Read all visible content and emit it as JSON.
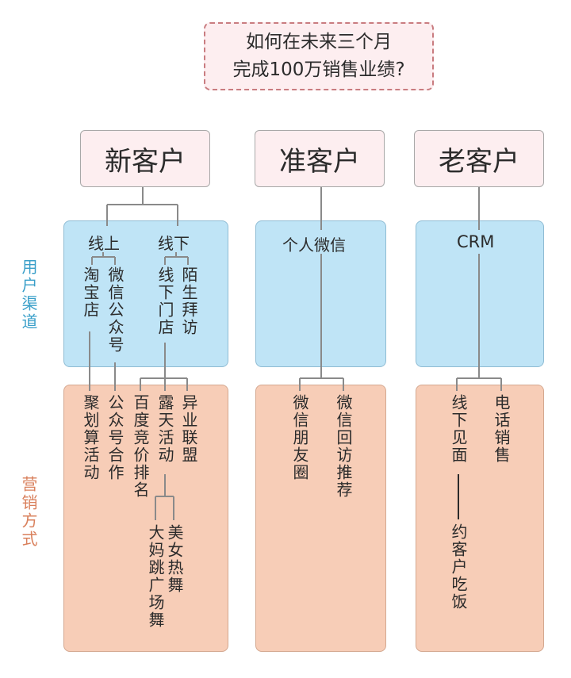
{
  "title": {
    "line1": "如何在未来三个月",
    "line2": "完成100万销售业绩?"
  },
  "side_labels": {
    "channel": "用户渠道",
    "marketing": "营销方式"
  },
  "columns": {
    "new": {
      "header": "新客户",
      "online": {
        "label": "线上",
        "items": [
          "淘宝店",
          "微信公众号"
        ]
      },
      "offline": {
        "label": "线下",
        "items": [
          "线下门店",
          "陌生拜访"
        ]
      },
      "marketing": {
        "juhuasuan": "聚划算活动",
        "official_cooperation": "公众号合作",
        "baidu": "百度竞价排名",
        "outdoor": "露天活动",
        "alliance": "异业联盟",
        "square_dance_a": "大妈跳广场舞",
        "square_dance_b": "美女热舞"
      }
    },
    "prospect": {
      "header": "准客户",
      "channel": "个人微信",
      "marketing": [
        "微信朋友圈",
        "微信回访推荐"
      ]
    },
    "existing": {
      "header": "老客户",
      "channel": "CRM",
      "marketing": {
        "meet": "线下见面",
        "phone": "电话销售",
        "dinner": "约客户吃饭"
      }
    }
  }
}
